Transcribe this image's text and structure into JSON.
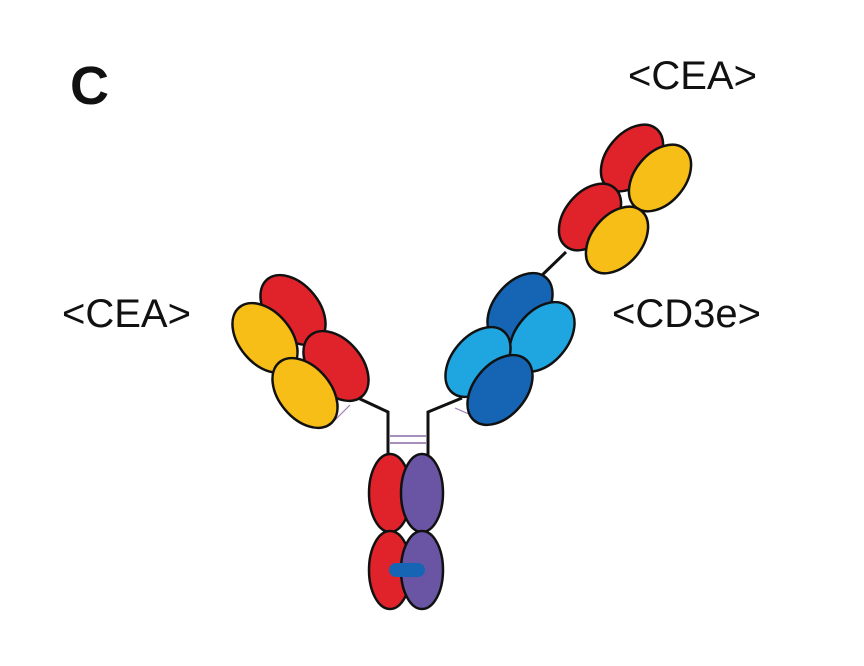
{
  "panel_label": "C",
  "labels": {
    "cea_top_right": "<CEA>",
    "cea_left": "<CEA>",
    "cd3e": "<CD3e>"
  },
  "colors": {
    "heavy_chain_red": "#E0232B",
    "light_chain_yellow": "#F7BE17",
    "cd3_dark_blue": "#1565B4",
    "cd3_light_blue": "#1FA5E0",
    "fc_purple": "#6A55A5",
    "knob_blue": "#1565B4",
    "outline": "#111111"
  }
}
